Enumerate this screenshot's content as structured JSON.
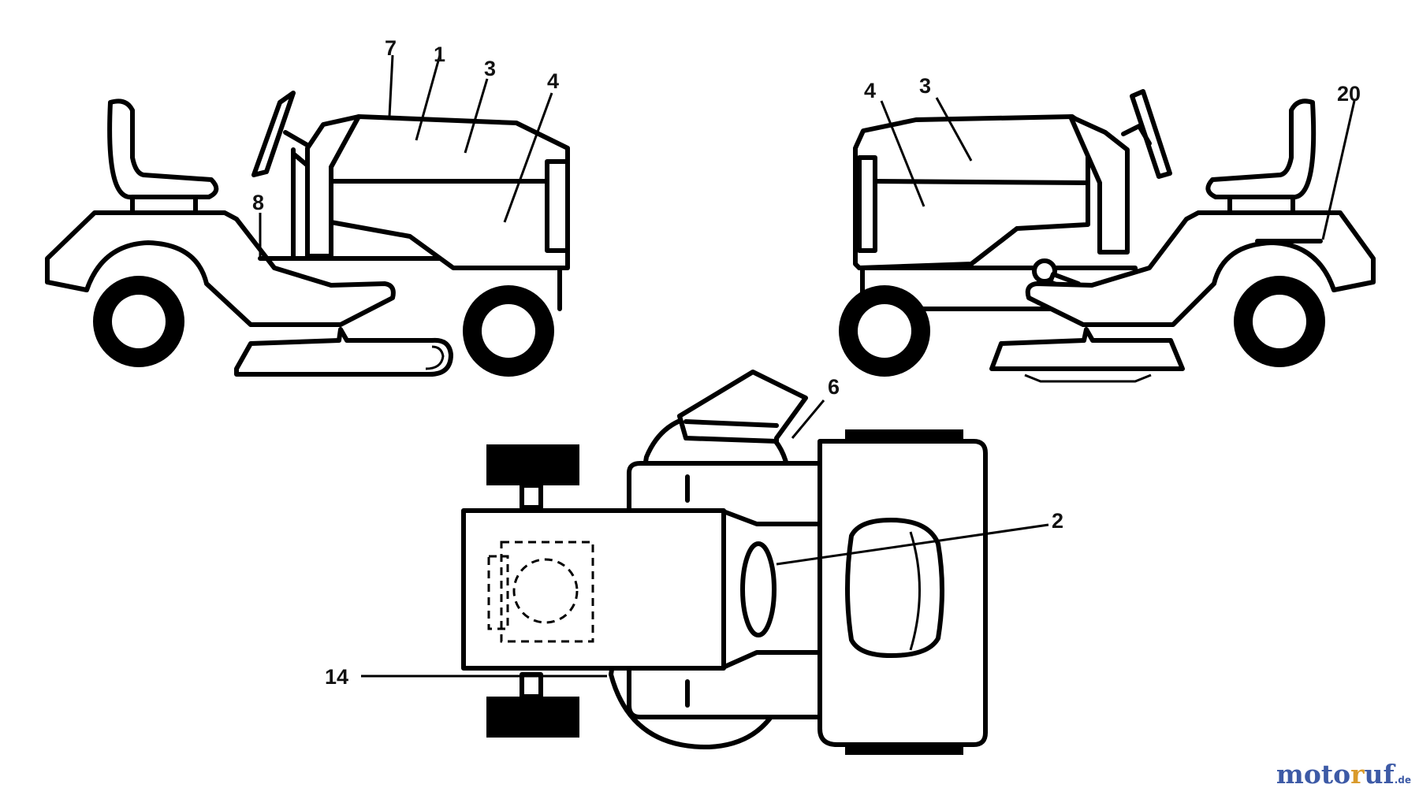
{
  "callouts": {
    "left": {
      "c7": "7",
      "c1": "1",
      "c3": "3",
      "c4": "4",
      "c8": "8"
    },
    "right": {
      "c4": "4",
      "c3": "3",
      "c20": "20"
    },
    "top": {
      "c6": "6",
      "c2": "2",
      "c14": "14"
    }
  },
  "watermark": {
    "part1": "moto",
    "part2": "r",
    "part3": "uf",
    "tld": ".de"
  },
  "colors": {
    "line": "#000000",
    "background": "#ffffff",
    "watermark_blue": "#3d5aa6",
    "watermark_orange": "#d99a2b"
  }
}
